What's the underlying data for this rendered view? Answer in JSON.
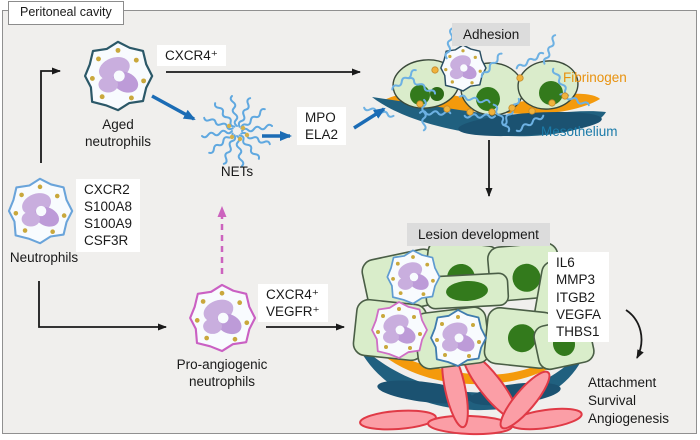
{
  "title": "Peritoneal cavity",
  "cells": {
    "neutrophils": {
      "label": "Neutrophils",
      "markers": [
        "CXCR2",
        "S100A8",
        "S100A9",
        "CSF3R"
      ]
    },
    "aged": {
      "label": "Aged neutrophils",
      "marker": "CXCR4⁺"
    },
    "pro_angiogenic": {
      "label": "Pro-angiogenic neutrophils",
      "markers": [
        "CXCR4⁺",
        "VEGFR⁺"
      ]
    },
    "nets": {
      "label": "NETs",
      "enzymes": [
        "MPO",
        "ELA2"
      ]
    }
  },
  "adhesion": {
    "title": "Adhesion",
    "fibrinogen_label": "Fibrinogen",
    "mesothelium_label": "Mesothelium"
  },
  "lesion": {
    "title": "Lesion development",
    "genes": [
      "IL6",
      "MMP3",
      "ITGB2",
      "VEGFA",
      "THBS1"
    ],
    "outcomes": [
      "Attachment",
      "Survival",
      "Angiogenesis"
    ]
  },
  "colors": {
    "arrow_black": "#1a1a1a",
    "arrow_blue": "#1b6cb5",
    "arrow_pink_dashed": "#cc63be",
    "net_strand_blue": "#5fa8e0",
    "fibrinogen_orange": "#f49a0c",
    "mesothelium_teal": "#20607f",
    "mesothelial_cell_green": "#daeccb",
    "nucleus_green": "#337a1c",
    "vessel_pink": "#fb9ea6",
    "vessel_outline": "#e03a46",
    "neutrophil_nucleus_lavender": "#c9aede",
    "granule_gold": "#c9a83c",
    "label_box_gray": "#dcdcdc",
    "background_gray": "#f0efed"
  }
}
